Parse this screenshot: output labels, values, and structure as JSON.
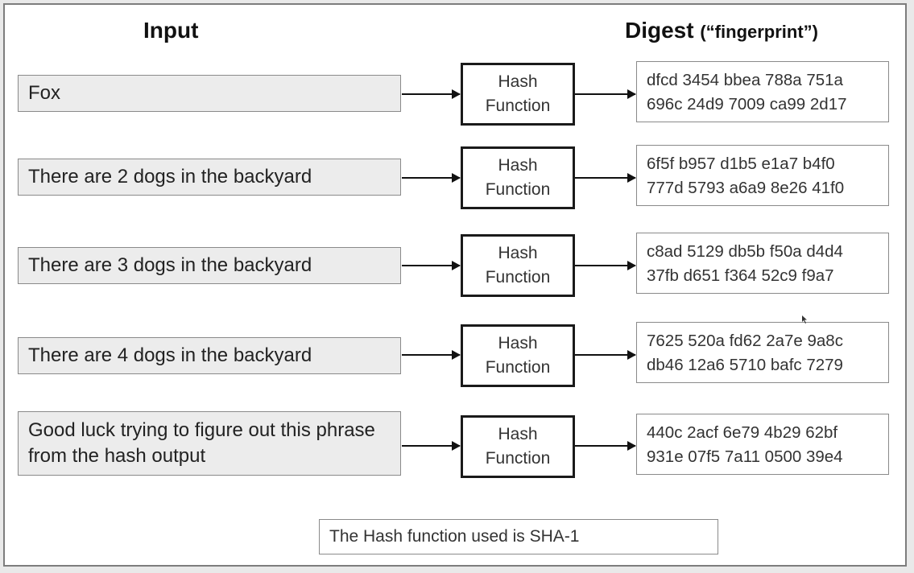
{
  "headers": {
    "input": "Input",
    "digest": "Digest",
    "digest_paren": "(“fingerprint”)"
  },
  "hash_label_line1": "Hash",
  "hash_label_line2": "Function",
  "rows": [
    {
      "input": "Fox",
      "digest_line1": "dfcd 3454 bbea 788a 751a",
      "digest_line2": "696c 24d9 7009 ca99 2d17"
    },
    {
      "input": "There are 2 dogs in the backyard",
      "digest_line1": "6f5f b957 d1b5 e1a7 b4f0",
      "digest_line2": "777d 5793 a6a9 8e26 41f0"
    },
    {
      "input": "There are 3 dogs in the backyard",
      "digest_line1": "c8ad 5129 db5b f50a d4d4",
      "digest_line2": "37fb d651 f364 52c9 f9a7"
    },
    {
      "input": "There are 4 dogs in the backyard",
      "digest_line1": "7625 520a fd62 2a7e 9a8c",
      "digest_line2": "db46 12a6 5710 bafc 7279"
    },
    {
      "input": "Good luck trying to figure out this phrase from the hash output",
      "digest_line1": "440c 2acf 6e79 4b29 62bf",
      "digest_line2": "931e 07f5 7a11 0500 39e4"
    }
  ],
  "note": "The Hash function used is SHA-1"
}
